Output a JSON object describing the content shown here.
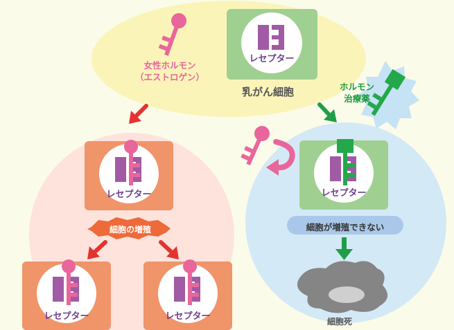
{
  "colors": {
    "background": "#fbfbea",
    "top_ellipse": "#fbf4b9",
    "left_circle": "#fde3dc",
    "right_circle": "#d4e9f6",
    "receptor_green": "#9fd091",
    "receptor_orange": "#f0946a",
    "receptor_purple": "#a15aa4",
    "hormone_key": "#e8669b",
    "drug_key": "#24a84a",
    "arrow_red": "#e4322f",
    "arrow_green": "#1f9e47",
    "growth_badge": "#ee6a3a",
    "cannot_grow_pill": "#a9c8e9",
    "dead_cell": "#858585"
  },
  "labels": {
    "hormone_line1": "女性ホルモン",
    "hormone_line2": "（エストロゲン）",
    "breast_cancer_cell": "乳がん細胞",
    "drug_line1": "ホルモン",
    "drug_line2": "治療薬",
    "cell_growth": "細胞の増殖",
    "cell_cannot_grow": "細胞が増殖できない",
    "cell_death": "細胞死"
  },
  "receptors": [
    {
      "label": "レセプター"
    },
    {
      "label": "レセプター"
    },
    {
      "label": "レセプター"
    },
    {
      "label": "レセプター"
    },
    {
      "label": "レセプター"
    }
  ]
}
